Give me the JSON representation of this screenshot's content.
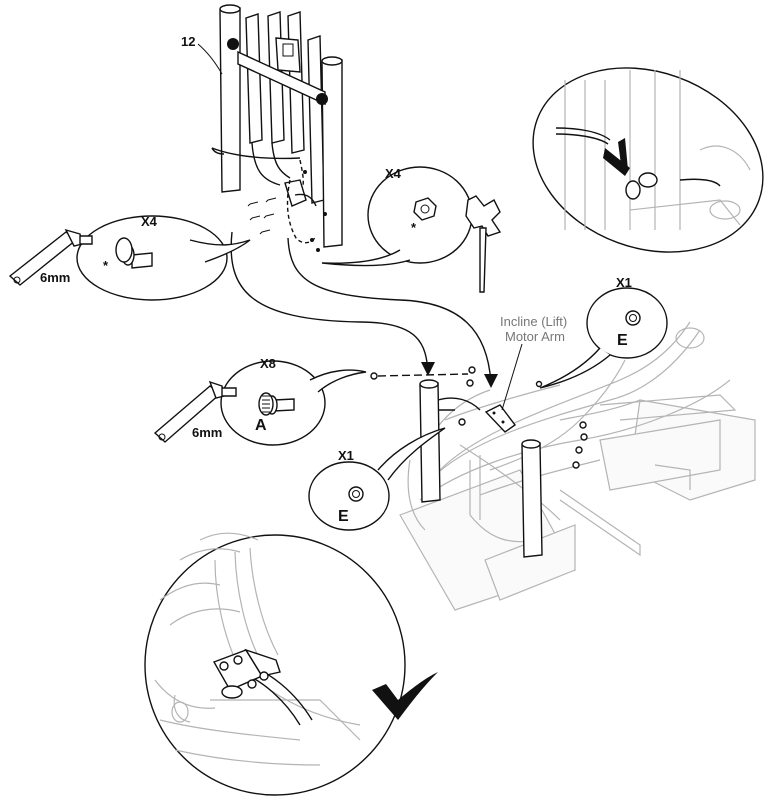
{
  "labels": {
    "part_number": "12",
    "qty_bolts_top": "X4",
    "qty_nuts_top": "X4",
    "qty_bolts_mid": "X8",
    "qty_washer_right": "X1",
    "qty_washer_left": "X1",
    "wrench_size_top": "6mm",
    "wrench_size_mid": "6mm",
    "part_a": "A",
    "part_e_right": "E",
    "part_e_left": "E",
    "asterisk_top": "*",
    "asterisk_nut": "*",
    "callout_line1": "Incline (Lift)",
    "callout_line2": "Motor Arm"
  },
  "icons": [
    "hex-key-icon",
    "bolt-icon",
    "nut-icon",
    "spanner-icon",
    "star-washer-icon",
    "scissors-icon",
    "checkmark-icon"
  ],
  "colors": {
    "line": "#111111",
    "ghost": "#b4b4b4",
    "callout_text": "#777777"
  }
}
